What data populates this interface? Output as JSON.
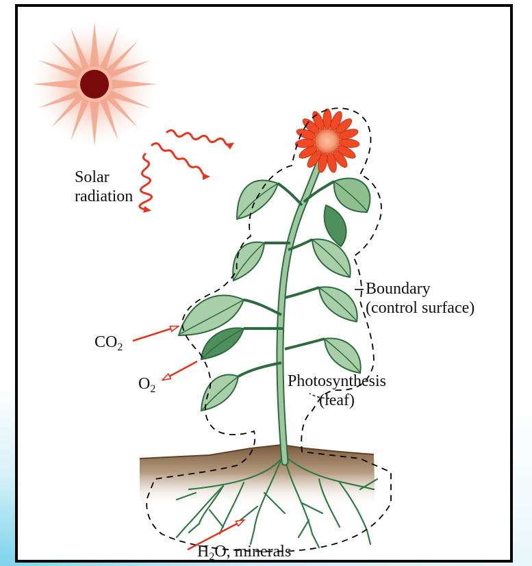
{
  "labels": {
    "solar_line1": "Solar",
    "solar_line2": "radiation",
    "boundary_line1": "Boundary",
    "boundary_line2": "(control surface)",
    "co2_main": "CO",
    "co2_sub": "2",
    "o2_main": "O",
    "o2_sub": "2",
    "photo_line1": "Photosynthesis",
    "photo_line2": "(leaf)",
    "water_main": "H",
    "water_sub": "2",
    "water_rest": "O, minerals"
  },
  "colors": {
    "sun_core": "#7a0a0a",
    "sun_rays": "#f2a48a",
    "radiation_arrows": "#e8341c",
    "flow_arrows": "#e3321b",
    "leaf_fill": "#a9cfa8",
    "leaf_vein": "#2d6b3f",
    "stem": "#9cc79f",
    "flower_petals": "#f04a25",
    "flower_center": "#f5a07a",
    "soil": "#8b6a4a",
    "roots": "#2f7a45",
    "boundary": "#000000"
  }
}
